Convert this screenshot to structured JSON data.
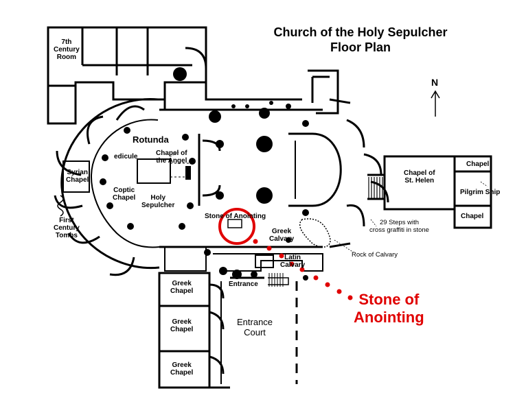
{
  "title": {
    "line1": "Church of the Holy Sepulcher",
    "line2": "Floor Plan"
  },
  "compass": {
    "label": "N"
  },
  "labels": {
    "seventh_century_room": [
      "7th",
      "Century",
      "Room"
    ],
    "rotunda": "Rotunda",
    "edicule": "edicule",
    "chapel_of_angel": [
      "Chapel of",
      "the Angel"
    ],
    "syrian_chapel": [
      "Syrian",
      "Chapel"
    ],
    "coptic_chapel": [
      "Coptic",
      "Chapel"
    ],
    "holy_sepulcher": [
      "Holy",
      "Sepulcher"
    ],
    "first_century_tombs": [
      "First",
      "Century",
      "Tombs"
    ],
    "stone_of_anointing_small": "Stone of Anointing",
    "greek_calvary": [
      "Greek",
      "Calvary"
    ],
    "latin_calvary": [
      "Latin",
      "Calvary"
    ],
    "rock_of_calvary": "Rock of Calvary",
    "steps": [
      "29 Steps with",
      "cross graffiti in stone"
    ],
    "chapel_st_helen": [
      "Chapel of",
      "St. Helen"
    ],
    "chapel_top": "Chapel",
    "pilgrim_ship": "Pilgrim Ship",
    "chapel_bottom": "Chapel",
    "entrance": "Entrance",
    "greek_chapel_1": [
      "Greek",
      "Chapel"
    ],
    "greek_chapel_2": [
      "Greek",
      "Chapel"
    ],
    "greek_chapel_3": [
      "Greek",
      "Chapel"
    ],
    "entrance_court": [
      "Entrance",
      "Court"
    ]
  },
  "callout": {
    "text": [
      "Stone of",
      "Anointing"
    ],
    "color": "#e00000"
  }
}
